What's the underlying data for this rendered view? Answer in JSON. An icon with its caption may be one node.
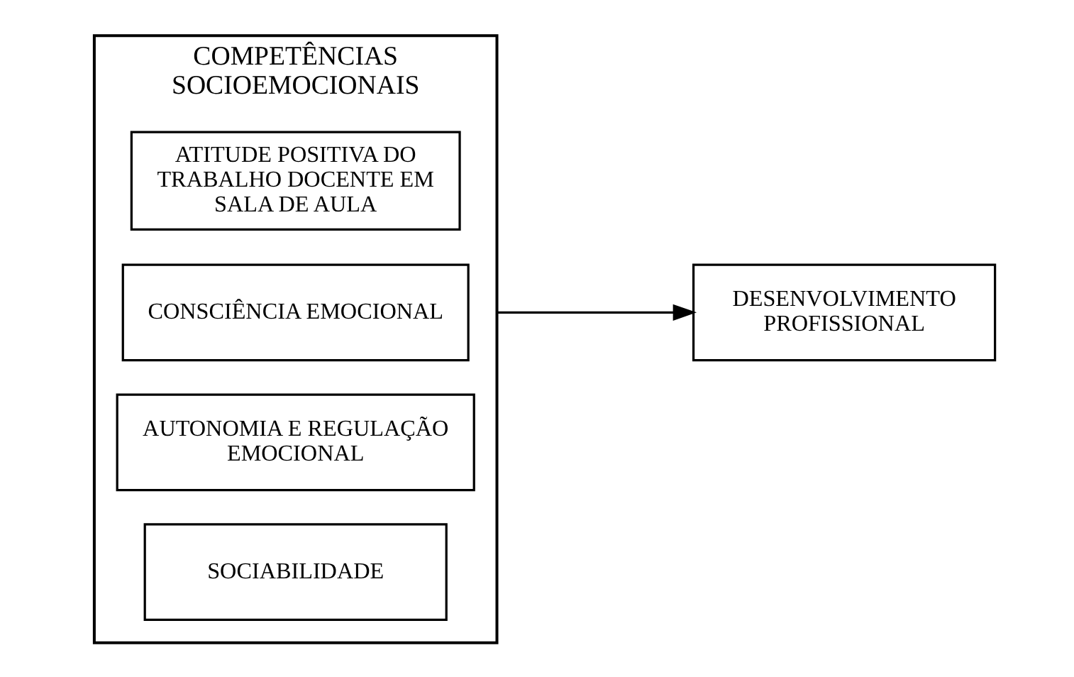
{
  "diagram": {
    "nodes": [
      {
        "text": [
          "COMPETÊNCIAS SOCIOEMOCIONAIS"
        ]
      },
      {
        "text": [
          "ATITUDE POSITIVA DO TRABALHO DOCENTE EM SALA DE AULA"
        ],
        "in": 0
      },
      {
        "text": [
          "CONSCIÊNCIA EMOCIONAL"
        ],
        "in": 0
      },
      {
        "text": [
          "AUTONOMIA E REGULAÇÃO EMOCIONAL"
        ],
        "in": 0
      },
      {
        "text": [
          "SOCIABILIDADE"
        ],
        "in": 0
      },
      {
        "text": [
          "DESENVOLVIMENTO PROFISSIONAL"
        ]
      }
    ],
    "edges": [
      {
        "from": 0,
        "to": 5,
        "arrow": "to"
      }
    ]
  }
}
